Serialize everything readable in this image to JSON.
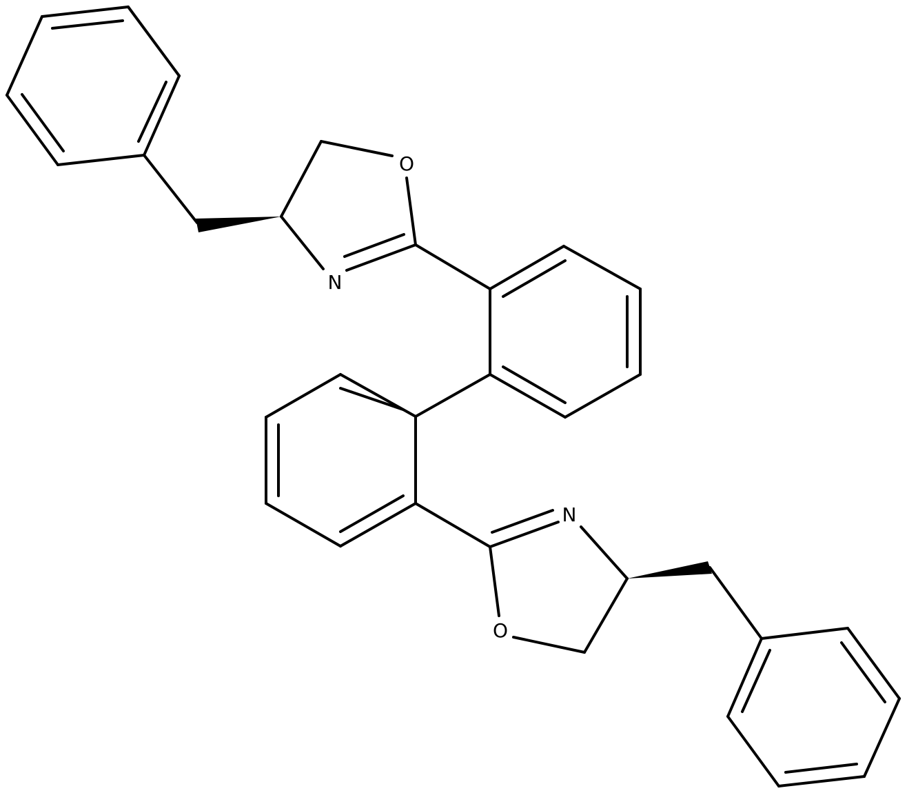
{
  "atoms": {
    "oxygen_top": "O",
    "nitrogen_top": "N",
    "nitrogen_bottom": "N",
    "oxygen_bottom": "O"
  },
  "colors": {
    "background": "#ffffff",
    "bond": "#000000"
  }
}
